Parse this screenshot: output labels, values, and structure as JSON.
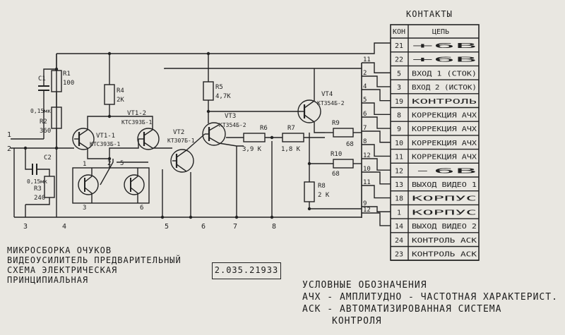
{
  "contacts_table": {
    "title": "КОНТАКТЫ",
    "headers": [
      "КОН",
      "ЦЕПЬ"
    ],
    "rows": [
      {
        "pin": "21",
        "circuit": "+6В"
      },
      {
        "pin": "22",
        "circuit": "+6В"
      },
      {
        "pin": "5",
        "circuit": "ВХОД 1 (СТОК)"
      },
      {
        "pin": "3",
        "circuit": "ВХОД 2 (ИСТОК)"
      },
      {
        "pin": "19",
        "circuit": "КОНТРОЛЬ"
      },
      {
        "pin": "8",
        "circuit": "КОРРЕКЦИЯ АЧХ"
      },
      {
        "pin": "9",
        "circuit": "КОРРЕКЦИЯ АЧХ"
      },
      {
        "pin": "10",
        "circuit": "КОРРЕКЦИЯ АЧХ"
      },
      {
        "pin": "11",
        "circuit": "КОРРЕКЦИЯ АЧХ"
      },
      {
        "pin": "12",
        "circuit": "-6В"
      },
      {
        "pin": "13",
        "circuit": "ВЫХОД ВИДЕО 1"
      },
      {
        "pin": "18",
        "circuit": "КОРПУС"
      },
      {
        "pin": "1",
        "circuit": "КОРПУС"
      },
      {
        "pin": "14",
        "circuit": "ВЫХОД ВИДЕО 2"
      },
      {
        "pin": "24",
        "circuit": "КОНТРОЛЬ АСК"
      },
      {
        "pin": "23",
        "circuit": "КОНТРОЛЬ АСК"
      }
    ]
  },
  "output_pins": [
    "11",
    "2",
    "4",
    "5",
    "6",
    "7",
    "8",
    "12",
    "10",
    "11",
    "9",
    "12"
  ],
  "left_pins": [
    "1",
    "2",
    "3",
    "4",
    "5",
    "6",
    "7",
    "8"
  ],
  "components": {
    "r1": {
      "ref": "R1",
      "value": "100"
    },
    "c1": {
      "ref": "C1",
      "value": "0,15мк"
    },
    "r2": {
      "ref": "R2",
      "value": "360"
    },
    "c2": {
      "ref": "C2",
      "value": "0,15мк"
    },
    "r3": {
      "ref": "R3",
      "value": "240"
    },
    "r4": {
      "ref": "R4",
      "value": "2К"
    },
    "vt1_1": {
      "ref": "VT1-1",
      "type": "КТС393Б-1"
    },
    "vt1_2": {
      "ref": "VT1-2",
      "type": "КТС393Б-1"
    },
    "vt2": {
      "ref": "VT2",
      "type": "КТ307Б-1"
    },
    "r5": {
      "ref": "R5",
      "value": "4,7К"
    },
    "vt3": {
      "ref": "VT3",
      "type": "КТ354Б-2"
    },
    "r6": {
      "ref": "R6",
      "value": "3,9 К"
    },
    "r7": {
      "ref": "R7",
      "value": "1,8 К"
    },
    "vt4": {
      "ref": "VT4",
      "type": "КТ354Б-2"
    },
    "r9": {
      "ref": "R9",
      "value": "68"
    },
    "r10": {
      "ref": "R10",
      "value": "68"
    },
    "r8": {
      "ref": "R8",
      "value": "2 К"
    }
  },
  "internal_nodes": [
    "1",
    "2",
    "5",
    "3",
    "6"
  ],
  "title_block": {
    "lines": [
      "МИКРОСБОРКА ОЧУКОВ",
      "ВИДЕОУСИЛИТЕЛЬ ПРЕДВАРИТЕЛЬНЫЙ",
      "СХЕМА ЭЛЕКТРИЧЕСКАЯ",
      "ПРИНЦИПИАЛЬНАЯ"
    ],
    "doc_number": "2.035.21933"
  },
  "legend": {
    "heading": "УСЛОВНЫЕ ОБОЗНАЧЕНИЯ",
    "line1": "АЧХ - АМПЛИТУДНО - ЧАСТОТНАЯ ХАРАКТЕРИСТ.",
    "line2a": "АСК - АВТОМАТИЗИРОВАННАЯ СИСТЕМА",
    "line2b": "КОНТРОЛЯ"
  }
}
